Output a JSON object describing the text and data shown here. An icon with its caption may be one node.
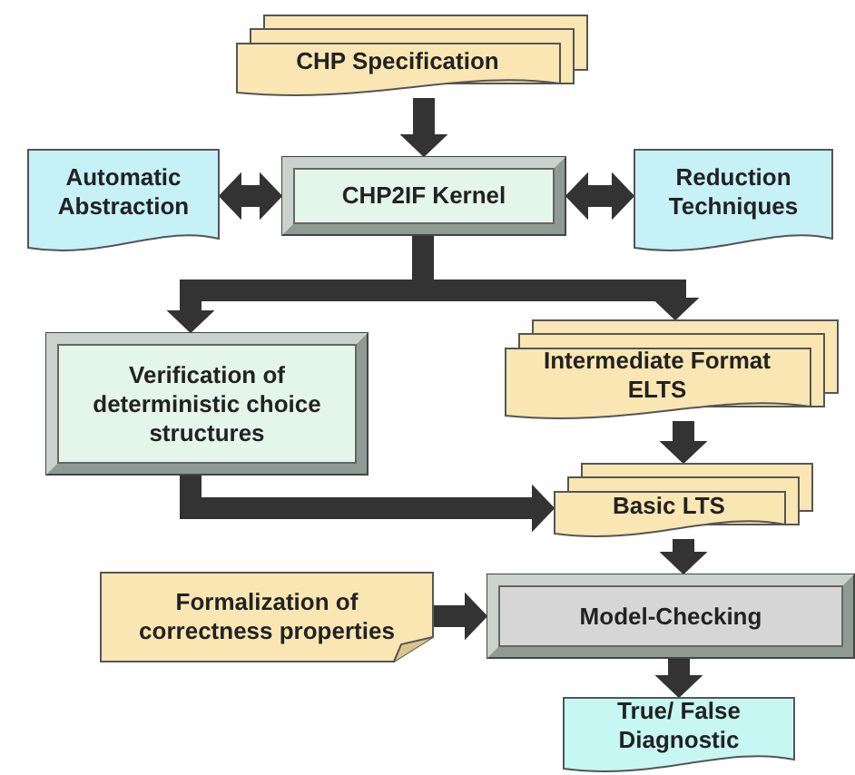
{
  "diagram": {
    "nodes": [
      {
        "text": [
          "CHP Specification"
        ]
      },
      {
        "text": [
          "Automatic Abstraction"
        ]
      },
      {
        "text": [
          "CHP2IF Kernel"
        ]
      },
      {
        "text": [
          "Reduction Techniques"
        ]
      },
      {
        "text": [
          "Verification of deterministic choice structures"
        ]
      },
      {
        "text": [
          "Intermediate Format ELTS"
        ]
      },
      {
        "text": [
          "Basic LTS"
        ]
      },
      {
        "text": [
          "Formalization of correctness properties"
        ]
      },
      {
        "text": [
          "Model-Checking"
        ]
      },
      {
        "text": [
          "True/ False Diagnostic"
        ]
      }
    ],
    "edges": [
      {
        "from": 0,
        "to": 2,
        "arrow": "to"
      },
      {
        "from": 1,
        "to": 2,
        "arrow": "both"
      },
      {
        "from": 2,
        "to": 3,
        "arrow": "both"
      },
      {
        "from": 2,
        "to": 4,
        "arrow": "to"
      },
      {
        "from": 2,
        "to": 5,
        "arrow": "to"
      },
      {
        "from": 5,
        "to": 6,
        "arrow": "to"
      },
      {
        "from": 4,
        "to": 6,
        "arrow": "to"
      },
      {
        "from": 6,
        "to": 8,
        "arrow": "to"
      },
      {
        "from": 7,
        "to": 8,
        "arrow": "to"
      },
      {
        "from": 8,
        "to": 9,
        "arrow": "to"
      }
    ]
  }
}
